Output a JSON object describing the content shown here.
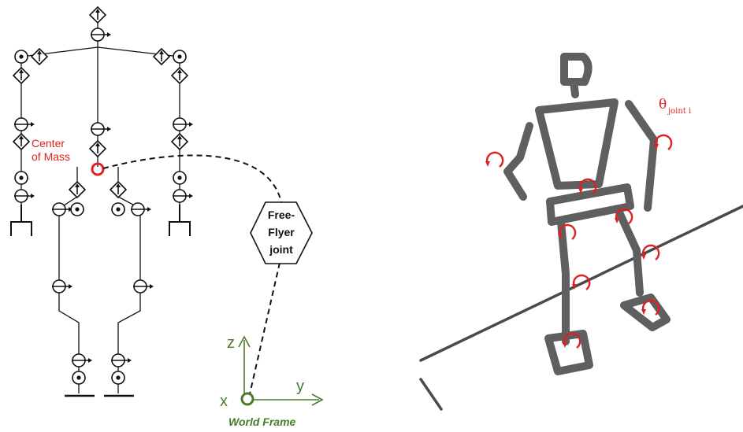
{
  "left_diagram": {
    "com_label_line1": "Center",
    "com_label_line2": "of Mass",
    "freeflyer_line1": "Free-",
    "freeflyer_line2": "Flyer",
    "freeflyer_line3": "joint",
    "axis_z": "z",
    "axis_y": "y",
    "axis_x": "x",
    "world_frame": "World Frame"
  },
  "right_diagram": {
    "theta_symbol": "θ",
    "theta_subscript": "joint i"
  },
  "colors": {
    "red": "#e02020",
    "green": "#4a7a2a",
    "gray": "#5f5f5f",
    "black": "#111111"
  }
}
